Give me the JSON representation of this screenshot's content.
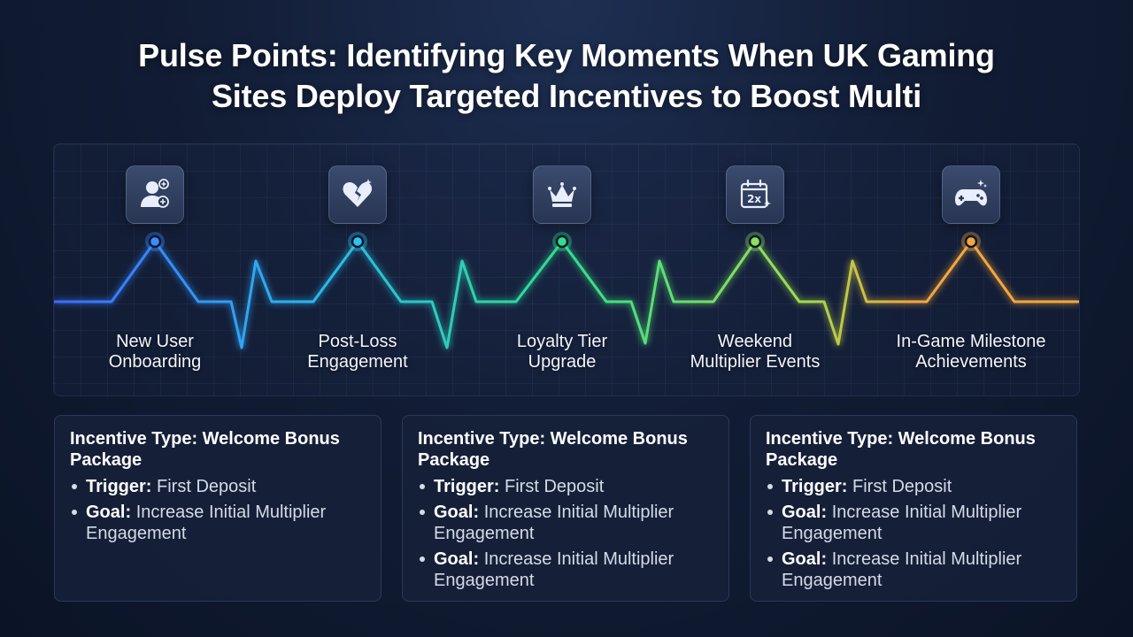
{
  "title": {
    "line1": "Pulse Points: Identifying Key Moments When UK Gaming",
    "line2": "Sites Deploy Targeted Incentives to Boost Multi"
  },
  "moments": [
    {
      "label_line1": "New User",
      "label_line2": "Onboarding",
      "icon": "user-add-icon",
      "color": "#3b8cff"
    },
    {
      "label_line1": "Post-Loss",
      "label_line2": "Engagement",
      "icon": "broken-heart-icon",
      "color": "#2ec4ef"
    },
    {
      "label_line1": "Loyalty Tier",
      "label_line2": "Upgrade",
      "icon": "crown-icon",
      "color": "#2fe08a"
    },
    {
      "label_line1": "Weekend",
      "label_line2": "Multiplier Events",
      "icon": "calendar-2x-icon",
      "color": "#8fe05a"
    },
    {
      "label_line1": "In-Game Milestone",
      "label_line2": "Achievements",
      "icon": "gamepad-icon",
      "color": "#f5a63b"
    }
  ],
  "calendar_badge": "2x",
  "cards": [
    {
      "title_line1": "Incentive Type: Welcome Bonus",
      "title_line2": "Package",
      "items": [
        {
          "key": "Trigger:",
          "text": "First Deposit"
        },
        {
          "key": "Goal:",
          "text": "Increase Initial Multiplier Engagement"
        }
      ]
    },
    {
      "title_line1": "Incentive Type: Welcome Bonus",
      "title_line2": "Package",
      "items": [
        {
          "key": "Trigger:",
          "text": "First Deposit"
        },
        {
          "key": "Goal:",
          "text": "Increase Initial Multiplier Engagement"
        },
        {
          "key": "Goal:",
          "text": "Increase Initial Multiplier Engagement"
        }
      ]
    },
    {
      "title_line1": "Incentive Type: Welcome Bonus",
      "title_line2": "Package",
      "items": [
        {
          "key": "Trigger:",
          "text": "First Deposit"
        },
        {
          "key": "Goal:",
          "text": "Increase Initial Multiplier Engagement"
        },
        {
          "key": "Goal:",
          "text": "Increase Initial Multiplier Engagement"
        }
      ]
    }
  ]
}
